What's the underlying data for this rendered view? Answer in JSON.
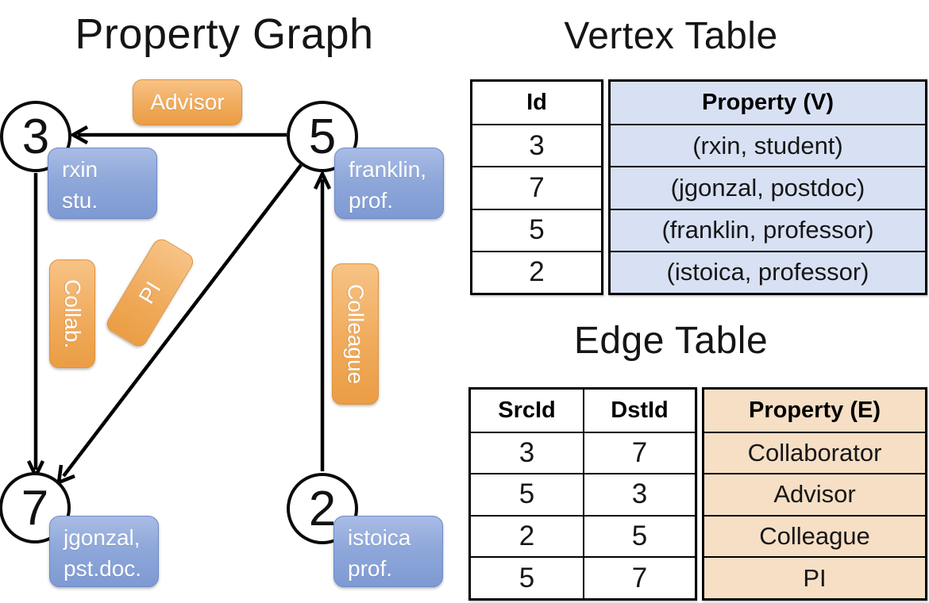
{
  "graph_panel": {
    "title": "Property Graph",
    "nodes": [
      {
        "id": "3",
        "prop_line1": "rxin",
        "prop_line2": "stu."
      },
      {
        "id": "5",
        "prop_line1": "franklin,",
        "prop_line2": "prof."
      },
      {
        "id": "7",
        "prop_line1": "jgonzal,",
        "prop_line2": "pst.doc."
      },
      {
        "id": "2",
        "prop_line1": "istoica",
        "prop_line2": "prof."
      }
    ],
    "edge_labels": [
      {
        "name": "Advisor"
      },
      {
        "name": "Collab."
      },
      {
        "name": "PI"
      },
      {
        "name": "Colleague"
      }
    ]
  },
  "vertex_table": {
    "title": "Vertex Table",
    "columns": {
      "id": "Id",
      "property": "Property (V)"
    },
    "rows": [
      {
        "id": "3",
        "property": "(rxin, student)"
      },
      {
        "id": "7",
        "property": "(jgonzal, postdoc)"
      },
      {
        "id": "5",
        "property": "(franklin, professor)"
      },
      {
        "id": "2",
        "property": "(istoica, professor)"
      }
    ]
  },
  "edge_table": {
    "title": "Edge Table",
    "columns": {
      "src": "SrcId",
      "dst": "DstId",
      "property": "Property (E)"
    },
    "rows": [
      {
        "src": "3",
        "dst": "7",
        "property": "Collaborator"
      },
      {
        "src": "5",
        "dst": "3",
        "property": "Advisor"
      },
      {
        "src": "2",
        "dst": "5",
        "property": "Colleague"
      },
      {
        "src": "5",
        "dst": "7",
        "property": "PI"
      }
    ]
  },
  "colors": {
    "edge_label_top": "#f7c386",
    "edge_label_bottom": "#eb9d44",
    "vertex_prop_top": "#a9bce5",
    "vertex_prop_bottom": "#7e9ad3",
    "vertex_table_fill": "#d8e1f3",
    "edge_table_fill": "#f6dfc5",
    "line": "#000000"
  }
}
